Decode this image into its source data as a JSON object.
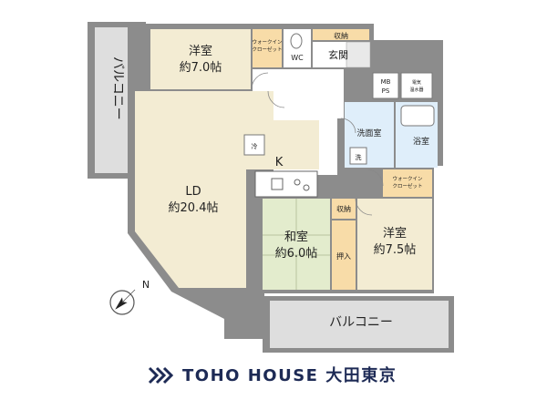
{
  "rooms": {
    "western_top": {
      "name": "洋室",
      "size": "約7.0帖"
    },
    "ld": {
      "name": "LD",
      "size": "約20.4帖"
    },
    "kitchen": {
      "name": "K"
    },
    "japanese": {
      "name": "和室",
      "size": "約6.0帖"
    },
    "western_right": {
      "name": "洋室",
      "size": "約7.5帖"
    },
    "washroom": {
      "name": "洗面室"
    },
    "bath": {
      "name": "浴室"
    },
    "entrance": {
      "name": "玄関"
    },
    "wc": {
      "name": "WC"
    }
  },
  "balconies": {
    "left": "バルコニー",
    "bottom": "バルコニー"
  },
  "storage": {
    "walkin_top_line1": "ウォークイン",
    "walkin_top_line2": "クローゼット",
    "walkin_right_line1": "ウォークイン",
    "walkin_right_line2": "クローゼット",
    "shuno_top": "収納",
    "shuno_mid": "収納",
    "oshiire": "押入",
    "mbps_line1": "MB",
    "mbps_line2": "PS",
    "water_heater_line1": "電気",
    "water_heater_line2": "温水器"
  },
  "fixtures": {
    "fridge": "冷",
    "washer": "洗"
  },
  "compass": {
    "north_label": "N"
  },
  "brand": {
    "name": "TOHO HOUSE 大田東京"
  },
  "colors": {
    "floor_beige": "#f3ecd3",
    "tatami_green": "#e3eccd",
    "wet_blue": "#dfeefa",
    "closet_orange": "#f8dca8",
    "wall_gray": "#8c8c8c",
    "balcony_gray": "#dedede",
    "brand_navy": "#1d2a55"
  }
}
